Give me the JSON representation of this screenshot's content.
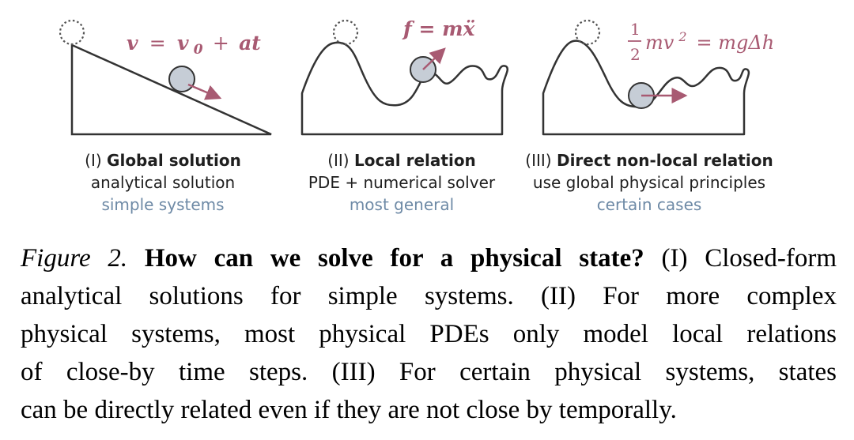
{
  "panels": [
    {
      "equation": "v = v0 + at",
      "eq_parts": {
        "v": "v",
        "eq": "=",
        "v0_base": "v",
        "v0_sub": "0",
        "plus": "+",
        "at": "at"
      },
      "numeral": "(I)",
      "title": "Global solution",
      "line2": "analytical solution",
      "line3": "simple systems"
    },
    {
      "equation": "f = mẍ",
      "numeral": "(II)",
      "title": "Local relation",
      "line2": "PDE + numerical solver",
      "line3": "most general"
    },
    {
      "equation": "1/2 mv² = mgΔh",
      "eq_parts": {
        "num": "1",
        "den": "2",
        "lhs": "mv",
        "sup": "2",
        "rhs": "= mgΔh"
      },
      "numeral": "(III)",
      "title": "Direct non-local relation",
      "line2": "use global physical principles",
      "line3": "certain cases"
    }
  ],
  "caption": {
    "figure_label": "Figure 2.",
    "bold_title": "How can we solve for a physical state?",
    "lines": [
      " (I) Closed-form",
      "analytical solutions for simple systems.  (II) For more complex",
      "physical systems, most physical PDEs only model local relations",
      "of close-by time steps.  (III) For certain physical systems, states",
      "can be directly related even if they are not close by temporally."
    ]
  },
  "colors": {
    "accent": "#a85a72",
    "ball_fill": "#c6cdd6",
    "subtitle": "#6e8aa6",
    "stroke": "#333333"
  }
}
